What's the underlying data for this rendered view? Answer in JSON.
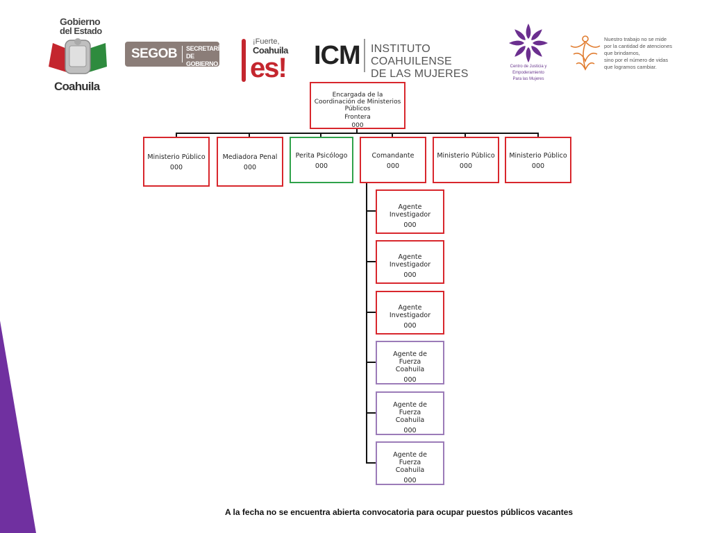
{
  "header": {
    "gobierno": {
      "line1": "Gobierno",
      "line2": "del Estado",
      "line3": "Coahuila"
    },
    "segob": {
      "main": "SEGOB",
      "sub": "SECRETARÍA DE GOBIERNO"
    },
    "fuerte": {
      "small": "¡Fuerte,",
      "coahuila": "Coahuila",
      "es": "es!"
    },
    "icm": {
      "acronym": "ICM",
      "name_line1": "INSTITUTO COAHUILENSE",
      "name_line2": "DE LAS MUJERES"
    },
    "centro": {
      "line1": "Centro de Justicia y",
      "line2": "Empoderamiento",
      "line3": "Para las Mujeres"
    },
    "slogan": {
      "text": "Nuestro trabajo no se mide\npor la cantidad de atenciones\nque brindamos,\nsino por el número de vidas\nque logramos cambiar."
    }
  },
  "org_chart": {
    "root": {
      "title": "Encargada de la Coordinación de Ministerios Públicos",
      "subtitle": "Frontera",
      "value": "000"
    },
    "level1": [
      {
        "title": "Ministerio Público",
        "value": "000",
        "color": "#d8262c"
      },
      {
        "title": "Mediadora Penal",
        "value": "000",
        "color": "#d8262c"
      },
      {
        "title": "Perita Psicólogo",
        "value": "000",
        "color": "#2fa24a"
      },
      {
        "title": "Comandante",
        "value": "000",
        "color": "#d8262c"
      },
      {
        "title": "Ministerio Público",
        "value": "000",
        "color": "#d8262c"
      },
      {
        "title": "Ministerio Público",
        "value": "000",
        "color": "#d8262c"
      }
    ],
    "subordinates": [
      {
        "title": "Agente Investigador",
        "value": "000",
        "color": "#d8262c"
      },
      {
        "title": "Agente Investigador",
        "value": "000",
        "color": "#d8262c"
      },
      {
        "title": "Agente Investigador",
        "value": "000",
        "color": "#d8262c"
      },
      {
        "title": "Agente de Fuerza Coahuila",
        "value": "000",
        "color": "#9b7bb8"
      },
      {
        "title": "Agente de Fuerza Coahuila",
        "value": "000",
        "color": "#9b7bb8"
      },
      {
        "title": "Agente de Fuerza Coahuila",
        "value": "000",
        "color": "#9b7bb8"
      }
    ]
  },
  "footer": {
    "notice": "A la fecha no se encuentra abierta convocatoria para ocupar puestos públicos vacantes"
  },
  "colors": {
    "accent_purple": "#7030a0",
    "box_red": "#d8262c",
    "box_green": "#2fa24a",
    "box_purple": "#9b7bb8"
  }
}
